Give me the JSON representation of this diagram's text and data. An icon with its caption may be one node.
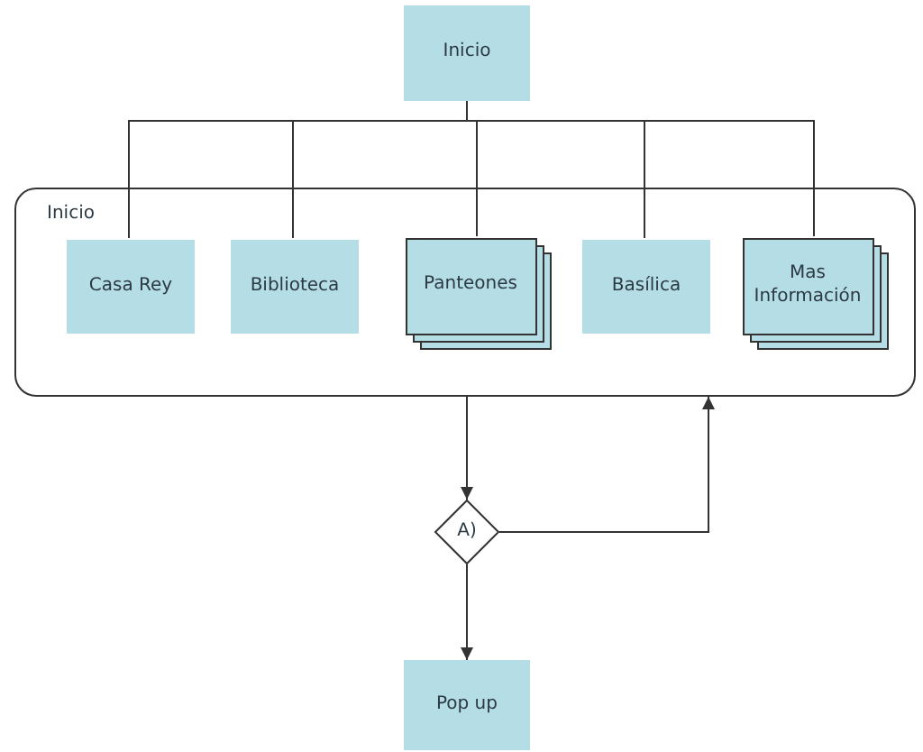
{
  "diagram": {
    "nodes": [
      {
        "text": [
          "Inicio"
        ]
      },
      {
        "text": [
          "Inicio"
        ]
      },
      {
        "text": [
          "Casa Rey"
        ],
        "in": 1
      },
      {
        "text": [
          "Biblioteca"
        ],
        "in": 1
      },
      {
        "text": [
          "Panteones"
        ],
        "in": 1
      },
      {
        "text": [
          "Basílica"
        ],
        "in": 1
      },
      {
        "text": [
          "Mas Información"
        ],
        "in": 1
      },
      {
        "text": [
          "A)"
        ]
      },
      {
        "text": [
          "Pop up"
        ]
      }
    ],
    "edges": [
      {
        "from": 0,
        "to": 2,
        "arrow": "none"
      },
      {
        "from": 0,
        "to": 3,
        "arrow": "none"
      },
      {
        "from": 0,
        "to": 4,
        "arrow": "none"
      },
      {
        "from": 0,
        "to": 5,
        "arrow": "none"
      },
      {
        "from": 0,
        "to": 6,
        "arrow": "none"
      },
      {
        "from": 1,
        "to": 7,
        "arrow": "to"
      },
      {
        "from": 7,
        "to": 1,
        "arrow": "to"
      },
      {
        "from": 7,
        "to": 8,
        "arrow": "to"
      }
    ]
  }
}
